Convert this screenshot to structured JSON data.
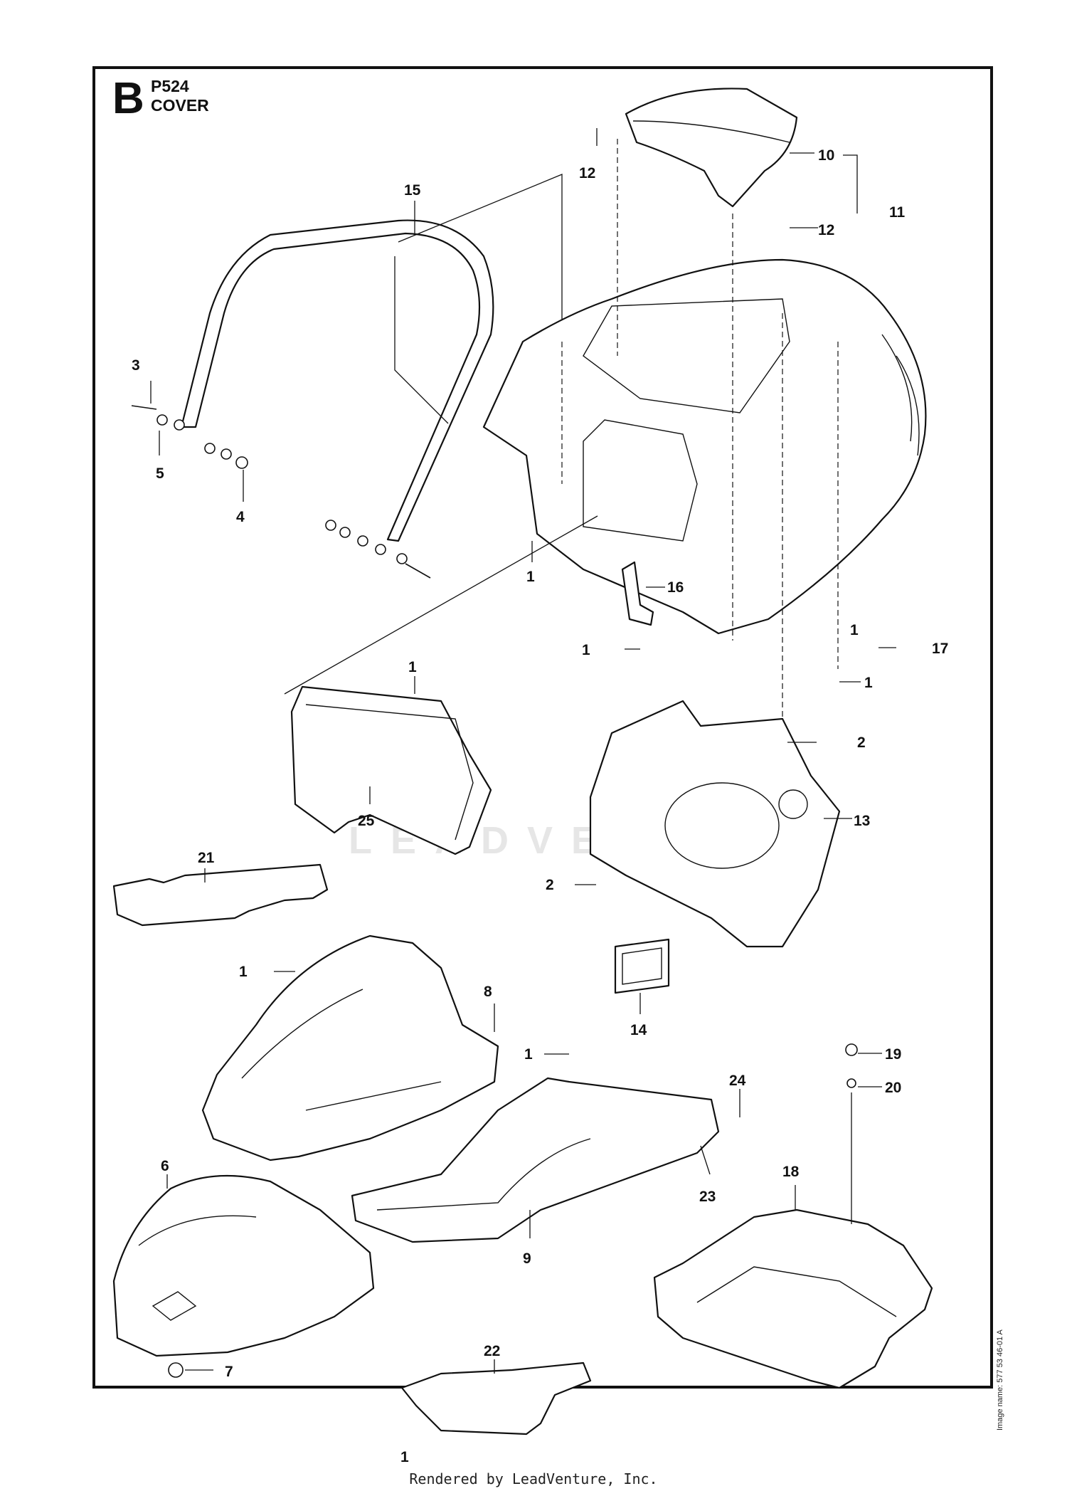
{
  "header": {
    "section_letter": "B",
    "model_code": "P524",
    "section_title": "COVER"
  },
  "image_note": "Image name: 577 53 46-01 A",
  "watermark": "LEADVENTURE",
  "footer": "Rendered by LeadVenture, Inc.",
  "callouts": [
    {
      "id": "c1a",
      "label": "1"
    },
    {
      "id": "c1b",
      "label": "1"
    },
    {
      "id": "c1c",
      "label": "1"
    },
    {
      "id": "c1d",
      "label": "1"
    },
    {
      "id": "c1e",
      "label": "1"
    },
    {
      "id": "c1f",
      "label": "1"
    },
    {
      "id": "c1g",
      "label": "1"
    },
    {
      "id": "c1h",
      "label": "1"
    },
    {
      "id": "c2a",
      "label": "2"
    },
    {
      "id": "c2b",
      "label": "2"
    },
    {
      "id": "c3",
      "label": "3"
    },
    {
      "id": "c4",
      "label": "4"
    },
    {
      "id": "c5",
      "label": "5"
    },
    {
      "id": "c6",
      "label": "6"
    },
    {
      "id": "c7",
      "label": "7"
    },
    {
      "id": "c8",
      "label": "8"
    },
    {
      "id": "c9",
      "label": "9"
    },
    {
      "id": "c10",
      "label": "10"
    },
    {
      "id": "c11",
      "label": "11"
    },
    {
      "id": "c12a",
      "label": "12"
    },
    {
      "id": "c12b",
      "label": "12"
    },
    {
      "id": "c13",
      "label": "13"
    },
    {
      "id": "c14",
      "label": "14"
    },
    {
      "id": "c15",
      "label": "15"
    },
    {
      "id": "c16",
      "label": "16"
    },
    {
      "id": "c17",
      "label": "17"
    },
    {
      "id": "c18",
      "label": "18"
    },
    {
      "id": "c19",
      "label": "19"
    },
    {
      "id": "c20",
      "label": "20"
    },
    {
      "id": "c21",
      "label": "21"
    },
    {
      "id": "c22",
      "label": "22"
    },
    {
      "id": "c23",
      "label": "23"
    },
    {
      "id": "c24",
      "label": "24"
    },
    {
      "id": "c25",
      "label": "25"
    }
  ]
}
